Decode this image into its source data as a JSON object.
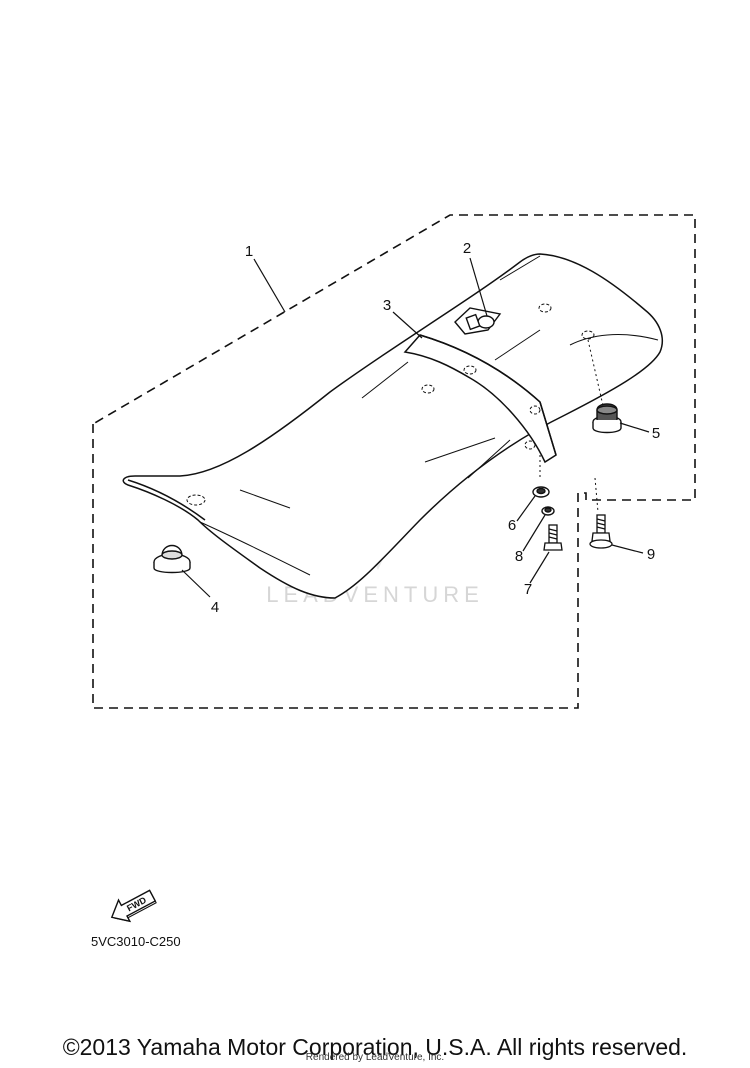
{
  "callouts": [
    "1",
    "2",
    "3",
    "4",
    "5",
    "6",
    "7",
    "8",
    "9"
  ],
  "part_code": "5VC3010-C250",
  "fwd_label": "FWD",
  "watermark": "LEADVENTURE",
  "copyright": "©2013 Yamaha Motor Corporation, U.S.A. All rights reserved.",
  "rendered_by": "Rendered by LeadVenture, Inc."
}
